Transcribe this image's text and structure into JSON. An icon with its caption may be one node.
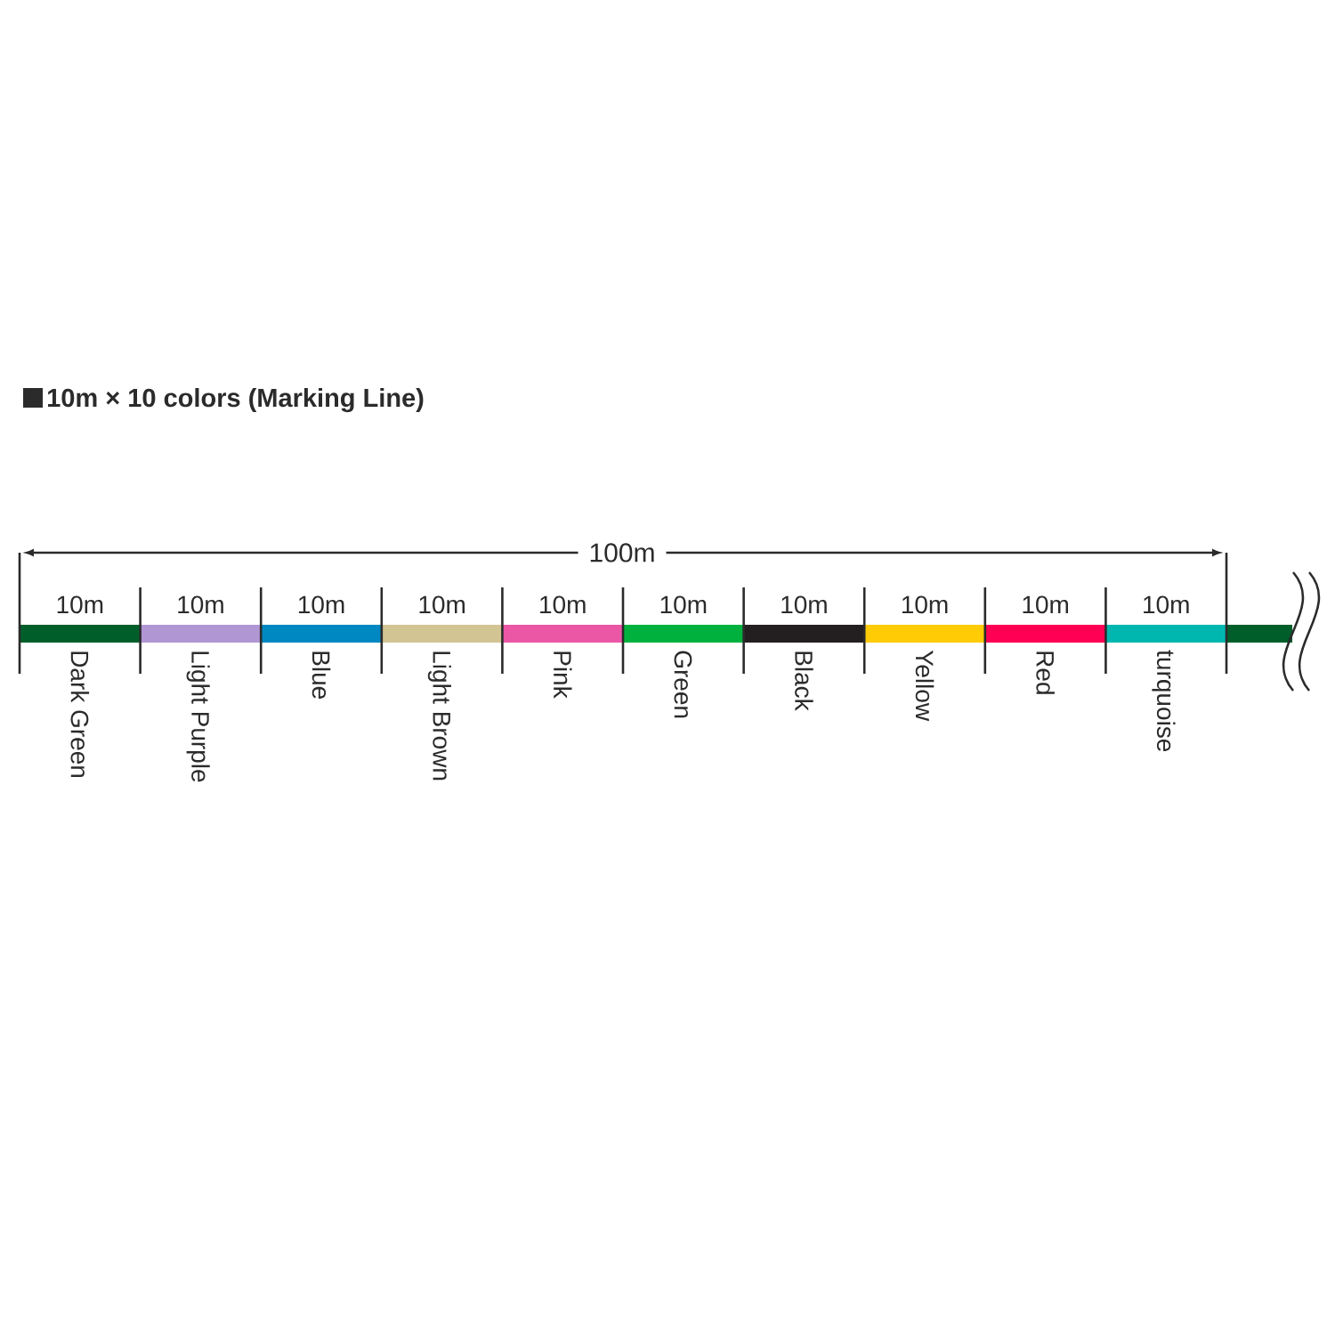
{
  "diagram": {
    "title": "10m × 10 colors (Marking Line)",
    "labels": [
      "100m",
      "10m",
      "10m",
      "10m",
      "10m",
      "10m",
      "10m",
      "10m",
      "10m",
      "10m",
      "10m"
    ],
    "legend": [
      {
        "text": "Dark Green",
        "color": "#005E2B"
      },
      {
        "text": "Light Purple",
        "color": "#B196D4"
      },
      {
        "text": "Blue",
        "color": "#0088C2"
      },
      {
        "text": "Light Brown",
        "color": "#D3C494"
      },
      {
        "text": "Pink",
        "color": "#EB56A5"
      },
      {
        "text": "Green",
        "color": "#00B23D"
      },
      {
        "text": "Black",
        "color": "#231F20"
      },
      {
        "text": "Yellow",
        "color": "#FFCB05"
      },
      {
        "text": "Red",
        "color": "#FF0055"
      },
      {
        "text": "turquoise",
        "color": "#00B7B0"
      }
    ]
  }
}
